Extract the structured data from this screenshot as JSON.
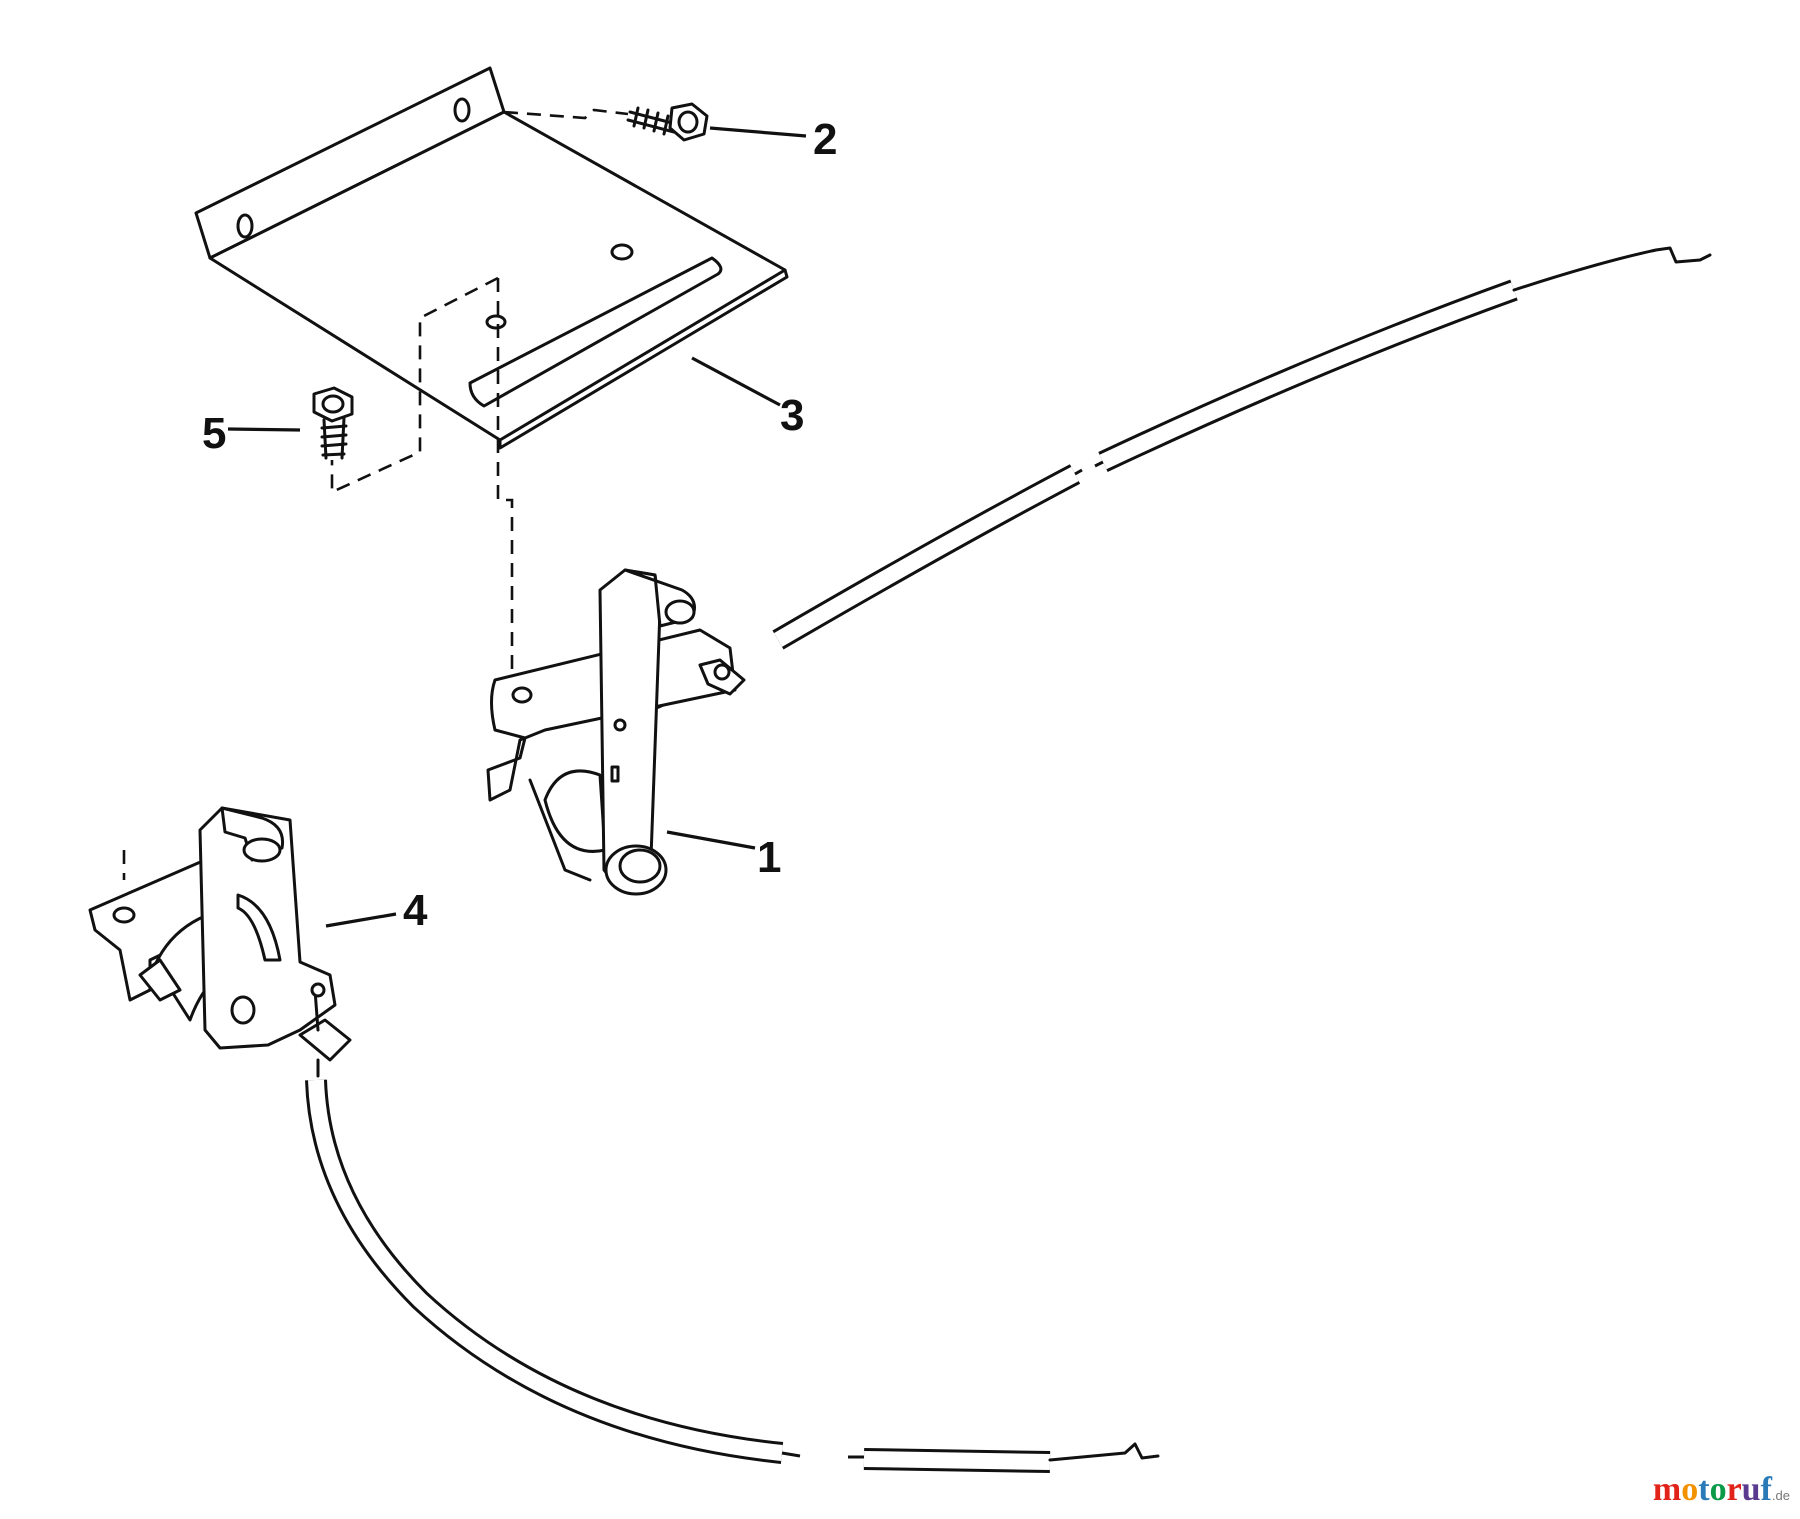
{
  "callouts": {
    "p1": "1",
    "p2": "2",
    "p3": "3",
    "p4": "4",
    "p5": "5"
  },
  "parts": [
    {
      "number": "1",
      "icon": "throttle-control-lever-icon"
    },
    {
      "number": "2",
      "icon": "hex-bolt-icon"
    },
    {
      "number": "3",
      "icon": "mounting-plate-icon"
    },
    {
      "number": "4",
      "icon": "choke-control-lever-icon"
    },
    {
      "number": "5",
      "icon": "hex-bolt-icon"
    }
  ],
  "watermark": {
    "letters": [
      "m",
      "o",
      "t",
      "o",
      "r",
      "u",
      "f"
    ],
    "letter_colors": [
      "#e2231a",
      "#f39200",
      "#2a7ab8",
      "#0a9a48",
      "#e2231a",
      "#5a3a8e",
      "#2a7ab8"
    ],
    "tld": ".de"
  },
  "colors": {
    "ink": "#111111",
    "background": "#ffffff"
  }
}
